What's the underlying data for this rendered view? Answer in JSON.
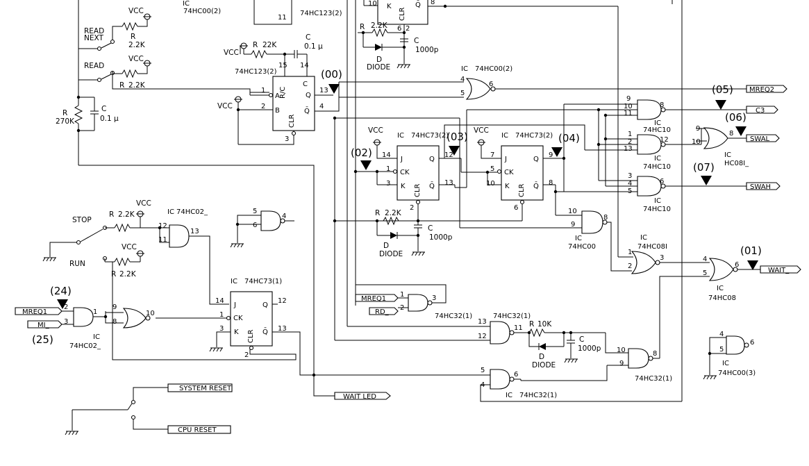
{
  "ref_prefix": "IC",
  "ic": {
    "74hc00_2": "74HC00(2)",
    "74hc00": "74HC00",
    "74hc00_3": "74HC00(3)",
    "74hc123_2": "74HC123(2)",
    "74hc73_2": "74HC73(2)",
    "74hc73_1": "74HC73(1)",
    "74hc10": "74HC10",
    "74hc08i": "74HC08I",
    "hc08i": "HC08I_",
    "74hc08": "74HC08",
    "74hc02_": "74HC02_",
    "74hc32_1": "74HC32(1)"
  },
  "components": {
    "r_label": "R",
    "c_label": "C",
    "d_label": "D",
    "diode_label": "DIODE",
    "r_22k": "2.2K",
    "r_22k_alt": "22K",
    "r_270k": "270K",
    "r_10k": "10K",
    "c_01u": "0.1 μ",
    "c_1000p": "1000p"
  },
  "power": {
    "vcc": "VCC"
  },
  "switches": {
    "read_next": "READ NEXT",
    "read_next_l1": "READ",
    "read_next_l2": "NEXT",
    "read": "READ",
    "stop": "STOP",
    "run": "RUN"
  },
  "pins": {
    "rc": "R/C",
    "c": "C",
    "a": "A",
    "b": "B",
    "q": "Q",
    "qbar": "Q̄",
    "clr": "CLR",
    "j": "J",
    "k": "K",
    "ck": "CK"
  },
  "test_points": [
    "(00)",
    "(01)",
    "(02)",
    "(03)",
    "(04)",
    "(05)",
    "(06)",
    "(07)",
    "(24)",
    "(25)"
  ],
  "signals": {
    "mreq2": "MREQ2",
    "c3": "C3",
    "swal": "SWAL",
    "swah": "SWAH",
    "wait": "WAIT_",
    "mreq1": "MREQ1",
    "rd": "RD_",
    "mi": "MI_",
    "wait_led": "WAIT LED",
    "system_reset": "SYSTEM RESET",
    "cpu_reset": "CPU RESET"
  },
  "pin_numbers": [
    "1",
    "2",
    "3",
    "4",
    "5",
    "6",
    "7",
    "8",
    "9",
    "10",
    "11",
    "12",
    "13",
    "14",
    "15"
  ]
}
